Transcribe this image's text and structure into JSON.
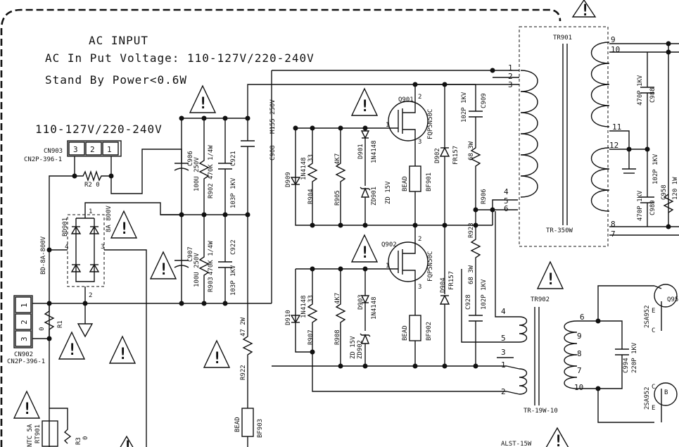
{
  "header": {
    "title": "AC INPUT",
    "voltage": "AC In Put Voltage: 110-127V/220-240V",
    "standby": "Stand By Power<0.6W",
    "voltage_short": "110-127V/220-240V"
  },
  "components": {
    "cn903": "CN903",
    "cn903_part": "CN2P-396-1",
    "cn902": "CN902",
    "cn902_part": "CN2P-396-1",
    "r2": "R2 0",
    "r1": "R1",
    "r1_val": "0",
    "bd901": "BD901",
    "bd_rating": "8A 800V",
    "bd_part": "BD-8A-800V",
    "c906": "C906",
    "c906_val": "100U 250V",
    "c907": "C907",
    "c907_val": "100U 250V",
    "r902": "R902",
    "r902_val": "470K 1/4W",
    "r903": "R903",
    "r903_val": "470K 1/4W",
    "c921": "C921",
    "c921_val": "103P 1KV",
    "c922": "C922",
    "c922_val": "103P 1KV",
    "c908": "C908",
    "c908_val": "M155 250V",
    "r922": "R922",
    "r922_val": "47 2W",
    "bf903": "BF903",
    "bead": "BEAD",
    "d909": "D909",
    "d909_val": "1N4148",
    "d910": "D910",
    "d910_val": "1N4148",
    "r904": "R904",
    "r904_val": "33",
    "r907": "R907",
    "r907_val": "33",
    "r905": "R905",
    "r905_val": "4K7",
    "r908": "R908",
    "r908_val": "4K7",
    "d901": "D901",
    "d901_val": "1N4148",
    "d903": "D903",
    "d903_val": "1N4148",
    "zd901": "ZD901",
    "zd901_val": "ZD 15V",
    "zd902": "ZD902",
    "zd902_val": "ZD 15V",
    "q901": "Q901",
    "q902": "Q902",
    "q_part": "FQP5N50C",
    "bf901": "BF901",
    "bf902": "BF902",
    "d902": "D902",
    "d904": "D904",
    "d_part": "FR157",
    "c909": "C909",
    "c909_val": "102P 1KV",
    "c928": "C928",
    "c928_val": "102P 1KV",
    "r906": "R906",
    "r906_val": "68 3W",
    "r923": "R923",
    "r923_val": "68 3W",
    "tr901": "TR901",
    "tr901_part": "TR-350W",
    "tr902": "TR902",
    "tr902_part": "TR-19W-10",
    "c988": "C988",
    "c988_val": "470P 1KV",
    "c989": "C989",
    "c989_val": "470P 1KV",
    "c958": "C958",
    "c958_val": "102P 1KV",
    "r_120": "120 1W",
    "c994": "C994",
    "c994_val": "220P 1KV",
    "q95": "Q95",
    "q_2sa952": "2SA952",
    "rt901": "RT901",
    "ntc": "NTC 5A",
    "r3": "R3",
    "r3_val": "0",
    "alst": "ALST-15W"
  },
  "pins": {
    "p1": "1",
    "p2": "2",
    "p3": "3",
    "p4": "4",
    "p5": "5",
    "p6": "6",
    "p7": "7",
    "p8": "8",
    "p9": "9",
    "p10": "10",
    "p11": "11",
    "p12": "12",
    "bE": "B",
    "cE": "C",
    "eE": "E"
  },
  "symbols": {
    "warning": "!"
  }
}
